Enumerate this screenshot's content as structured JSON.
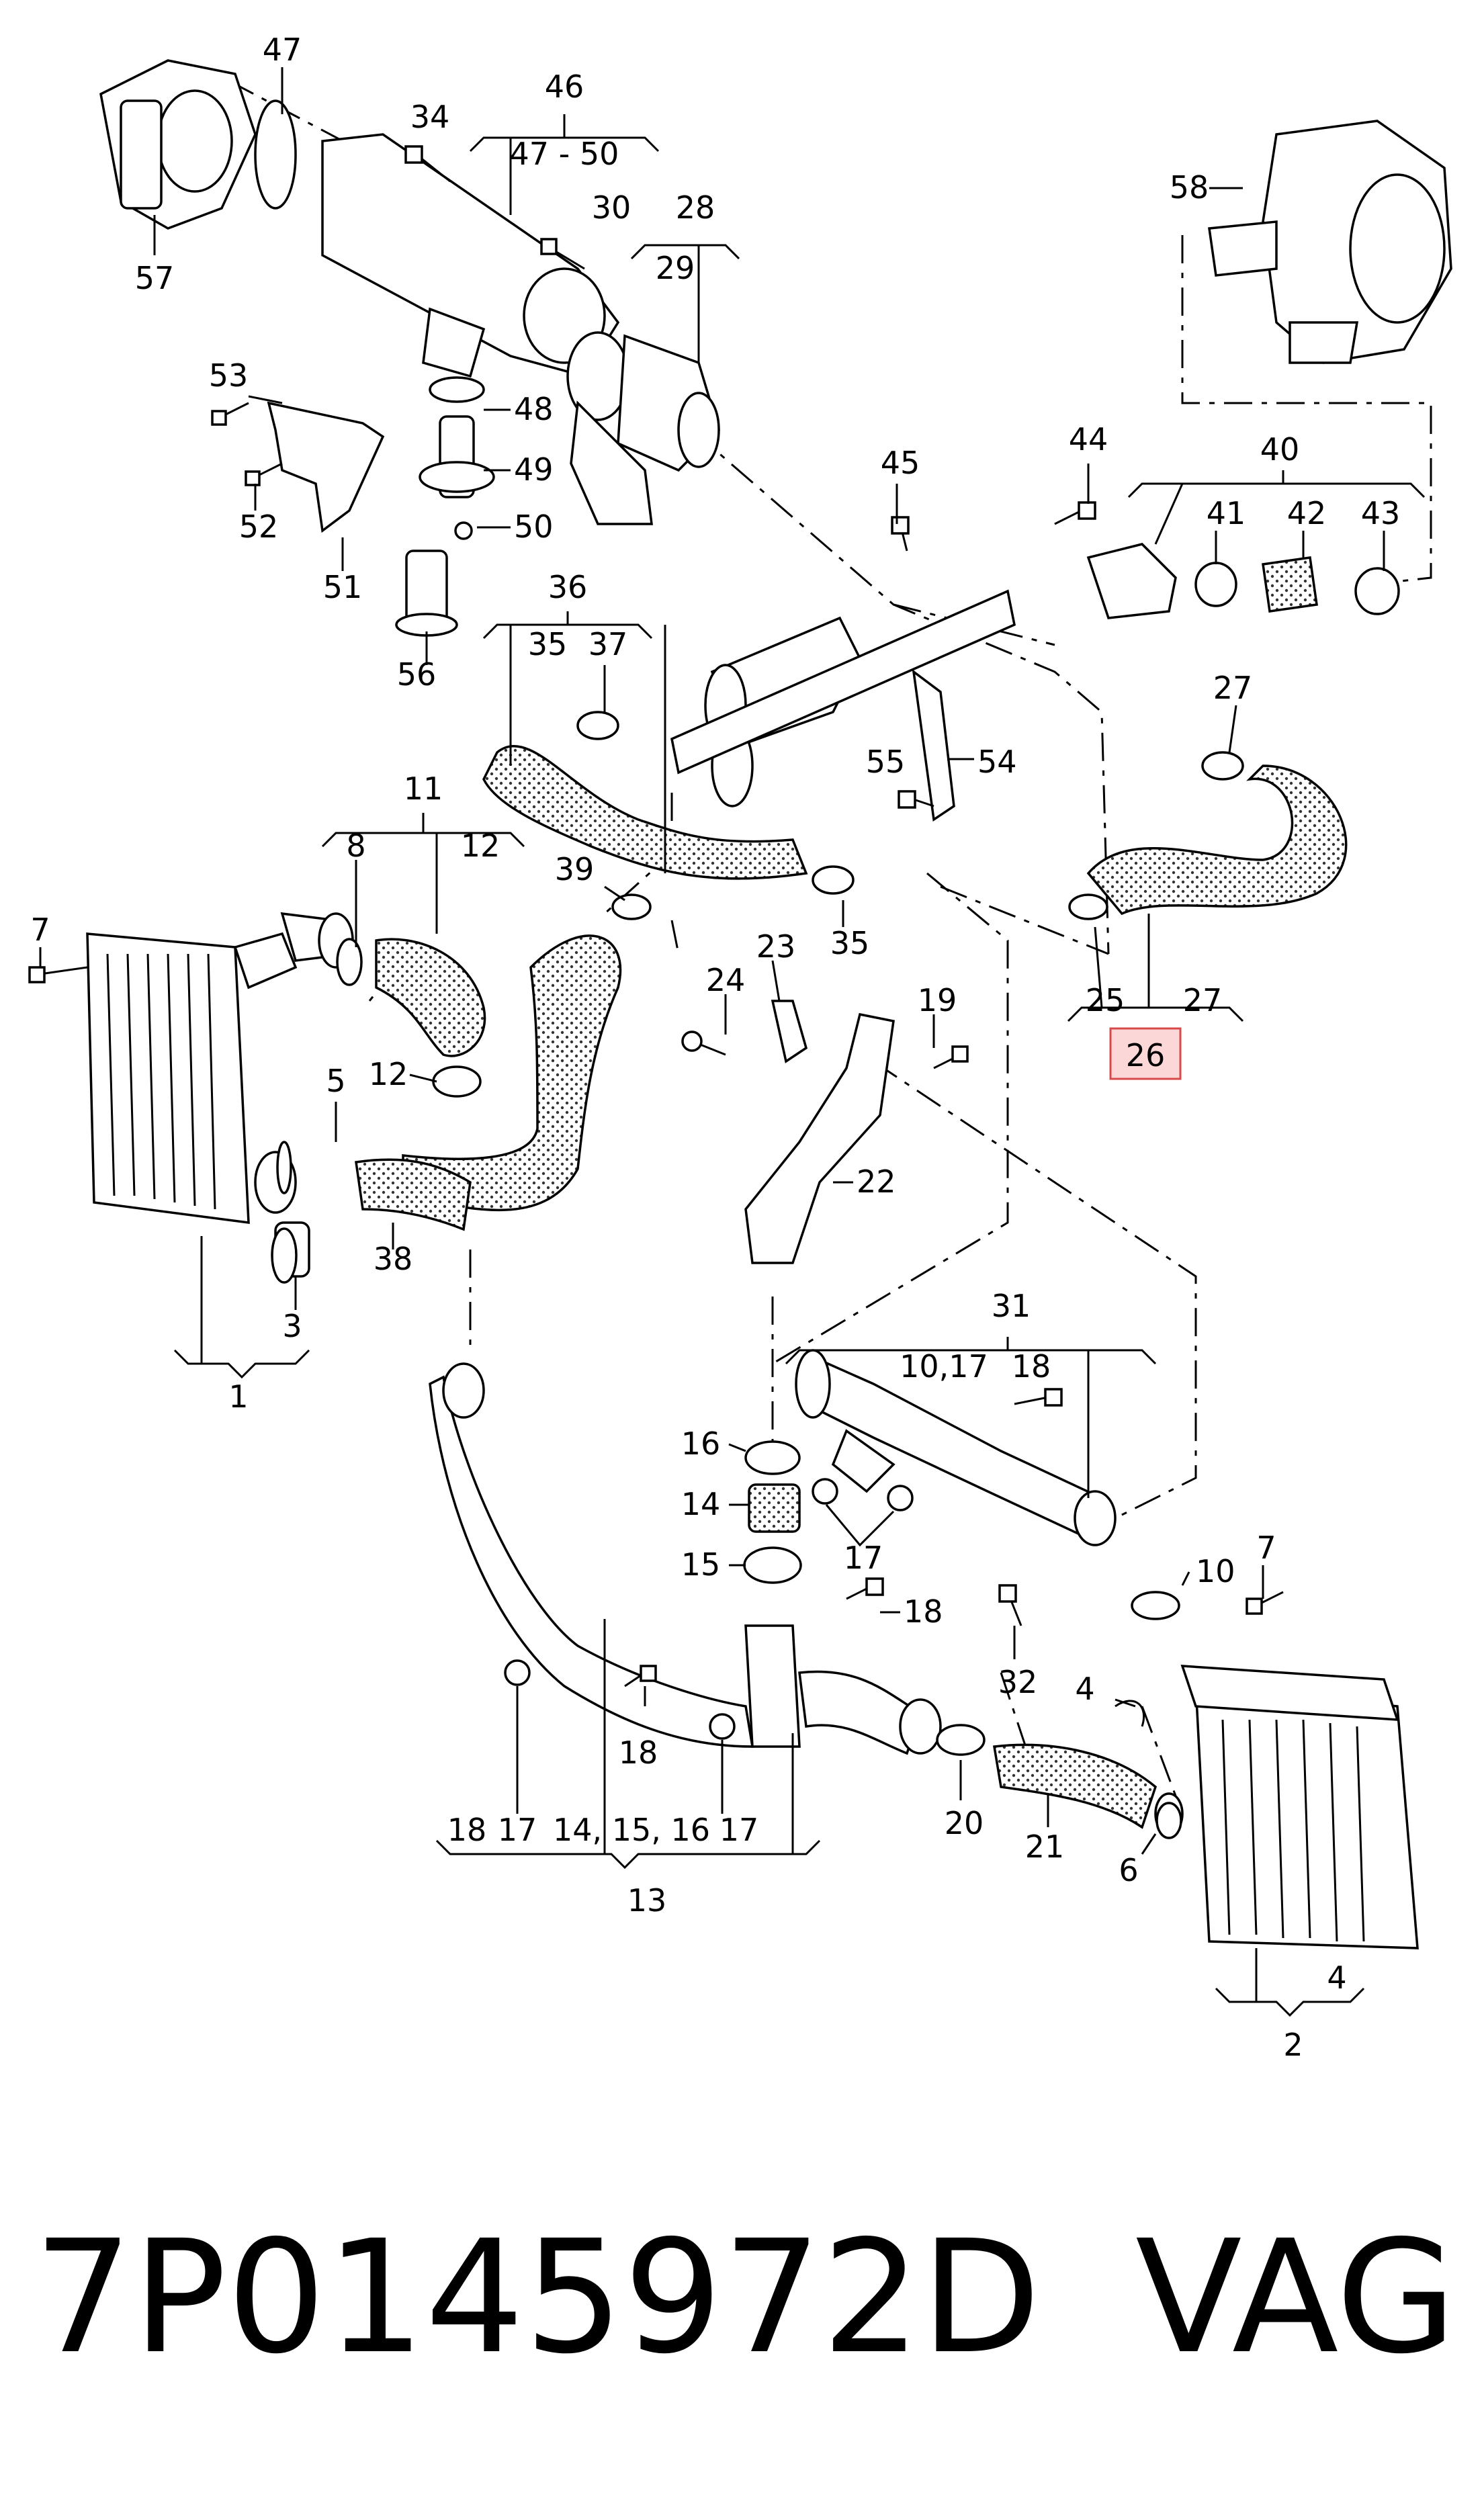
{
  "callouts": {
    "c1": "1",
    "c2": "2",
    "c3": "3",
    "c4a": "4",
    "c4b": "4",
    "c5": "5",
    "c6": "6",
    "c7a": "7",
    "c7b": "7",
    "c8": "8",
    "c10": "10",
    "c1017": "10,17",
    "c11": "11",
    "c12a": "12",
    "c12b": "12",
    "c13": "13",
    "c14": "14",
    "c14b": "14, 15, 16",
    "c15": "15",
    "c16": "16",
    "c17a": "17",
    "c17b": "17",
    "c17c": "17",
    "c18a": "18",
    "c18b": "18",
    "c18c": "18",
    "c18d": "18",
    "c19": "19",
    "c20": "20",
    "c21": "21",
    "c22": "22",
    "c23": "23",
    "c24": "24",
    "c25": "25",
    "c26": "26",
    "c27a": "27",
    "c27b": "27",
    "c28": "28",
    "c29": "29",
    "c30": "30",
    "c31": "31",
    "c32": "32",
    "c34": "34",
    "c35a": "35",
    "c35b": "35",
    "c36": "36",
    "c37": "37",
    "c38": "38",
    "c39": "39",
    "c40": "40",
    "c41": "41",
    "c42": "42",
    "c43": "43",
    "c44": "44",
    "c45": "45",
    "c46": "46",
    "c4750": "47 - 50",
    "c47": "47",
    "c48": "48",
    "c49": "49",
    "c50": "50",
    "c51": "51",
    "c52": "52",
    "c53": "53",
    "c54": "54",
    "c55": "55",
    "c56": "56",
    "c57": "57",
    "c58": "58"
  },
  "highlighted_callout": "26",
  "caption": {
    "part_number": "7P0145972D",
    "brand": "VAG"
  }
}
